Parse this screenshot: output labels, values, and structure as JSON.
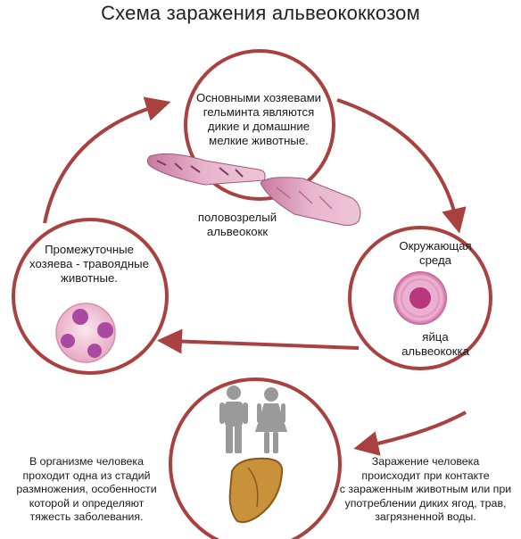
{
  "title": "Схема заражения альвеококкозом",
  "nodes": {
    "definitive_host": "Основными хозяевами\nгельминта являются\nдикие и домашние\nмелкие животные.",
    "adult_worm_label": "половозрелый\nальвеококк",
    "environment_title": "Окружающая\nсреда",
    "eggs_label": "яйца\nальвеококка",
    "intermediate_host": "Промежуточные\nхозяева - травоядные\nживотные.",
    "human_note": "В организме человека\nпроходит одна из стадий\nразмножения, особенности\nкоторой и определяют\nтяжесть заболевания.",
    "infection_note": "Заражение человека\nпроисходит при контакте\nс зараженным животным или при\nупотреблении диких ягод, трав,\nзагрязненной воды."
  },
  "colors": {
    "arrow": "#a8413f",
    "circle_border": "#a8413f",
    "egg_outer": "#e9a6c6",
    "egg_inner": "#b93a8a",
    "cyst_spots": "#a94aa0",
    "liver": "#c9913a",
    "person_icon": "#9a9a9a"
  },
  "icons": [
    "tapeworm-icon",
    "egg-icon",
    "cyst-icon",
    "man-icon",
    "woman-icon",
    "liver-icon"
  ]
}
